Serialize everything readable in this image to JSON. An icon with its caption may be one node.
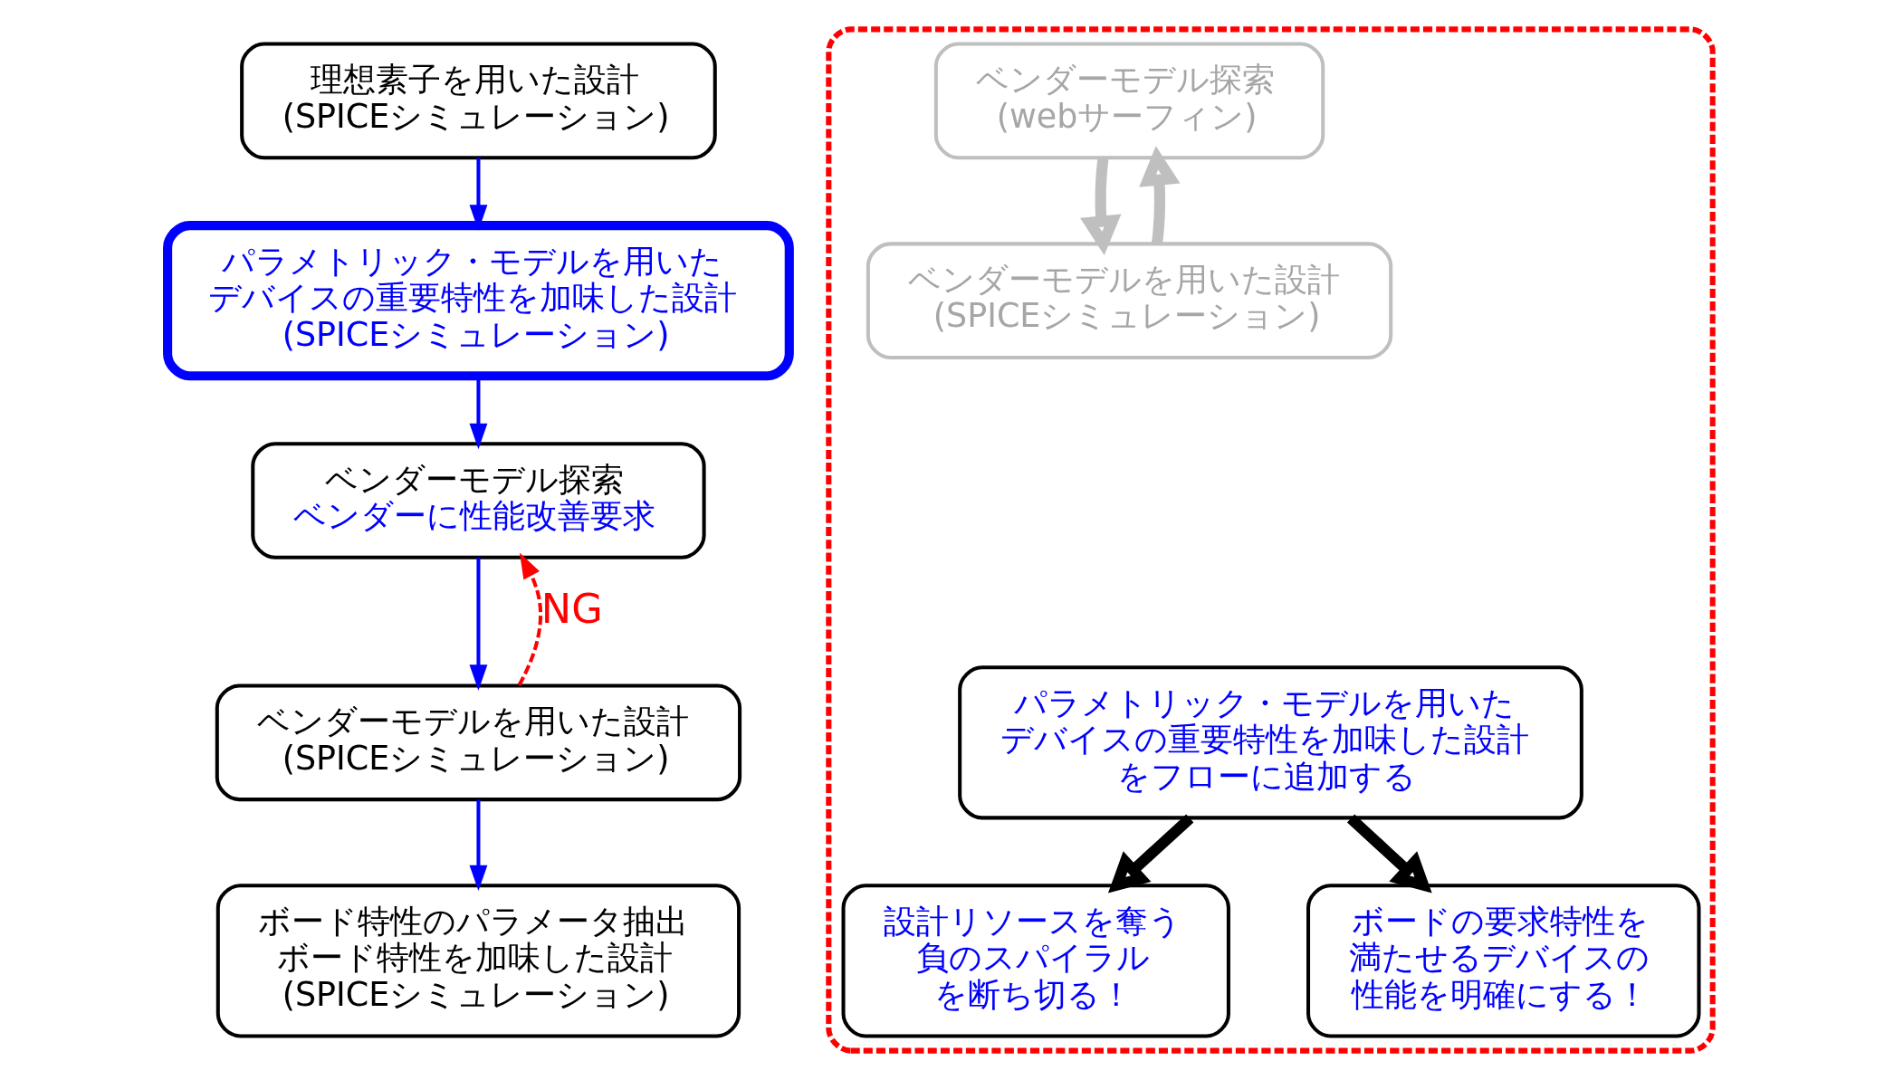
{
  "diagram": {
    "nodes": [
      {
        "text": [
          "理想素子を用いた設計 (SPICEシミュレーション)"
        ]
      },
      {
        "text": [
          "パラメトリック・モデルを用いたデバイスの重要特性を加味した設計 (SPICEシミュレーション)"
        ]
      },
      {
        "text": [
          "ベンダーモデル探索",
          "ベンダーに性能改善要求"
        ]
      },
      {
        "text": [
          "ベンダーモデルを用いた設計 (SPICEシミュレーション)"
        ]
      },
      {
        "text": [
          "ボード特性のパラメータ抽出ボード特性を加味した設計 (SPICEシミュレーション)"
        ]
      },
      {
        "text": [],
        "shape": "box"
      },
      {
        "text": [
          "ベンダーモデル探索 (webサーフィン)"
        ],
        "in": 5
      },
      {
        "text": [
          "ベンダーモデルを用いた設計 (SPICEシミュレーション)"
        ],
        "in": 5
      },
      {
        "text": [
          "パラメトリック・モデルを用いたデバイスの重要特性を加味した設計をフローに追加する"
        ],
        "in": 5
      },
      {
        "text": [
          "設計リソースを奪う負のスパイラルを断ち切る！"
        ],
        "in": 5
      },
      {
        "text": [
          "ボードの要求特性を満たせるデバイスの性能を明確にする！"
        ],
        "in": 5
      }
    ],
    "edges": [
      {
        "from": 0,
        "to": 1,
        "arrow": "to",
        "color": "#0000ff"
      },
      {
        "from": 1,
        "to": 2,
        "arrow": "to",
        "color": "#0000ff"
      },
      {
        "from": 2,
        "to": 3,
        "arrow": "to",
        "color": "#0000ff"
      },
      {
        "from": 3,
        "to": 4,
        "arrow": "to",
        "color": "#0000ff"
      },
      {
        "from": 3,
        "to": 2,
        "arrow": "to",
        "label": "NG",
        "style": "dashed",
        "color": "#ff0000"
      },
      {
        "from": 6,
        "to": 7,
        "arrow": "to",
        "style": "thick",
        "color": "#bfbfbf"
      },
      {
        "from": 7,
        "to": 6,
        "arrow": "to",
        "style": "thick",
        "color": "#bfbfbf"
      },
      {
        "from": 8,
        "to": 9,
        "arrow": "to",
        "style": "thick",
        "color": "#000000"
      },
      {
        "from": 8,
        "to": 10,
        "arrow": "to",
        "style": "thick",
        "color": "#000000"
      }
    ]
  }
}
